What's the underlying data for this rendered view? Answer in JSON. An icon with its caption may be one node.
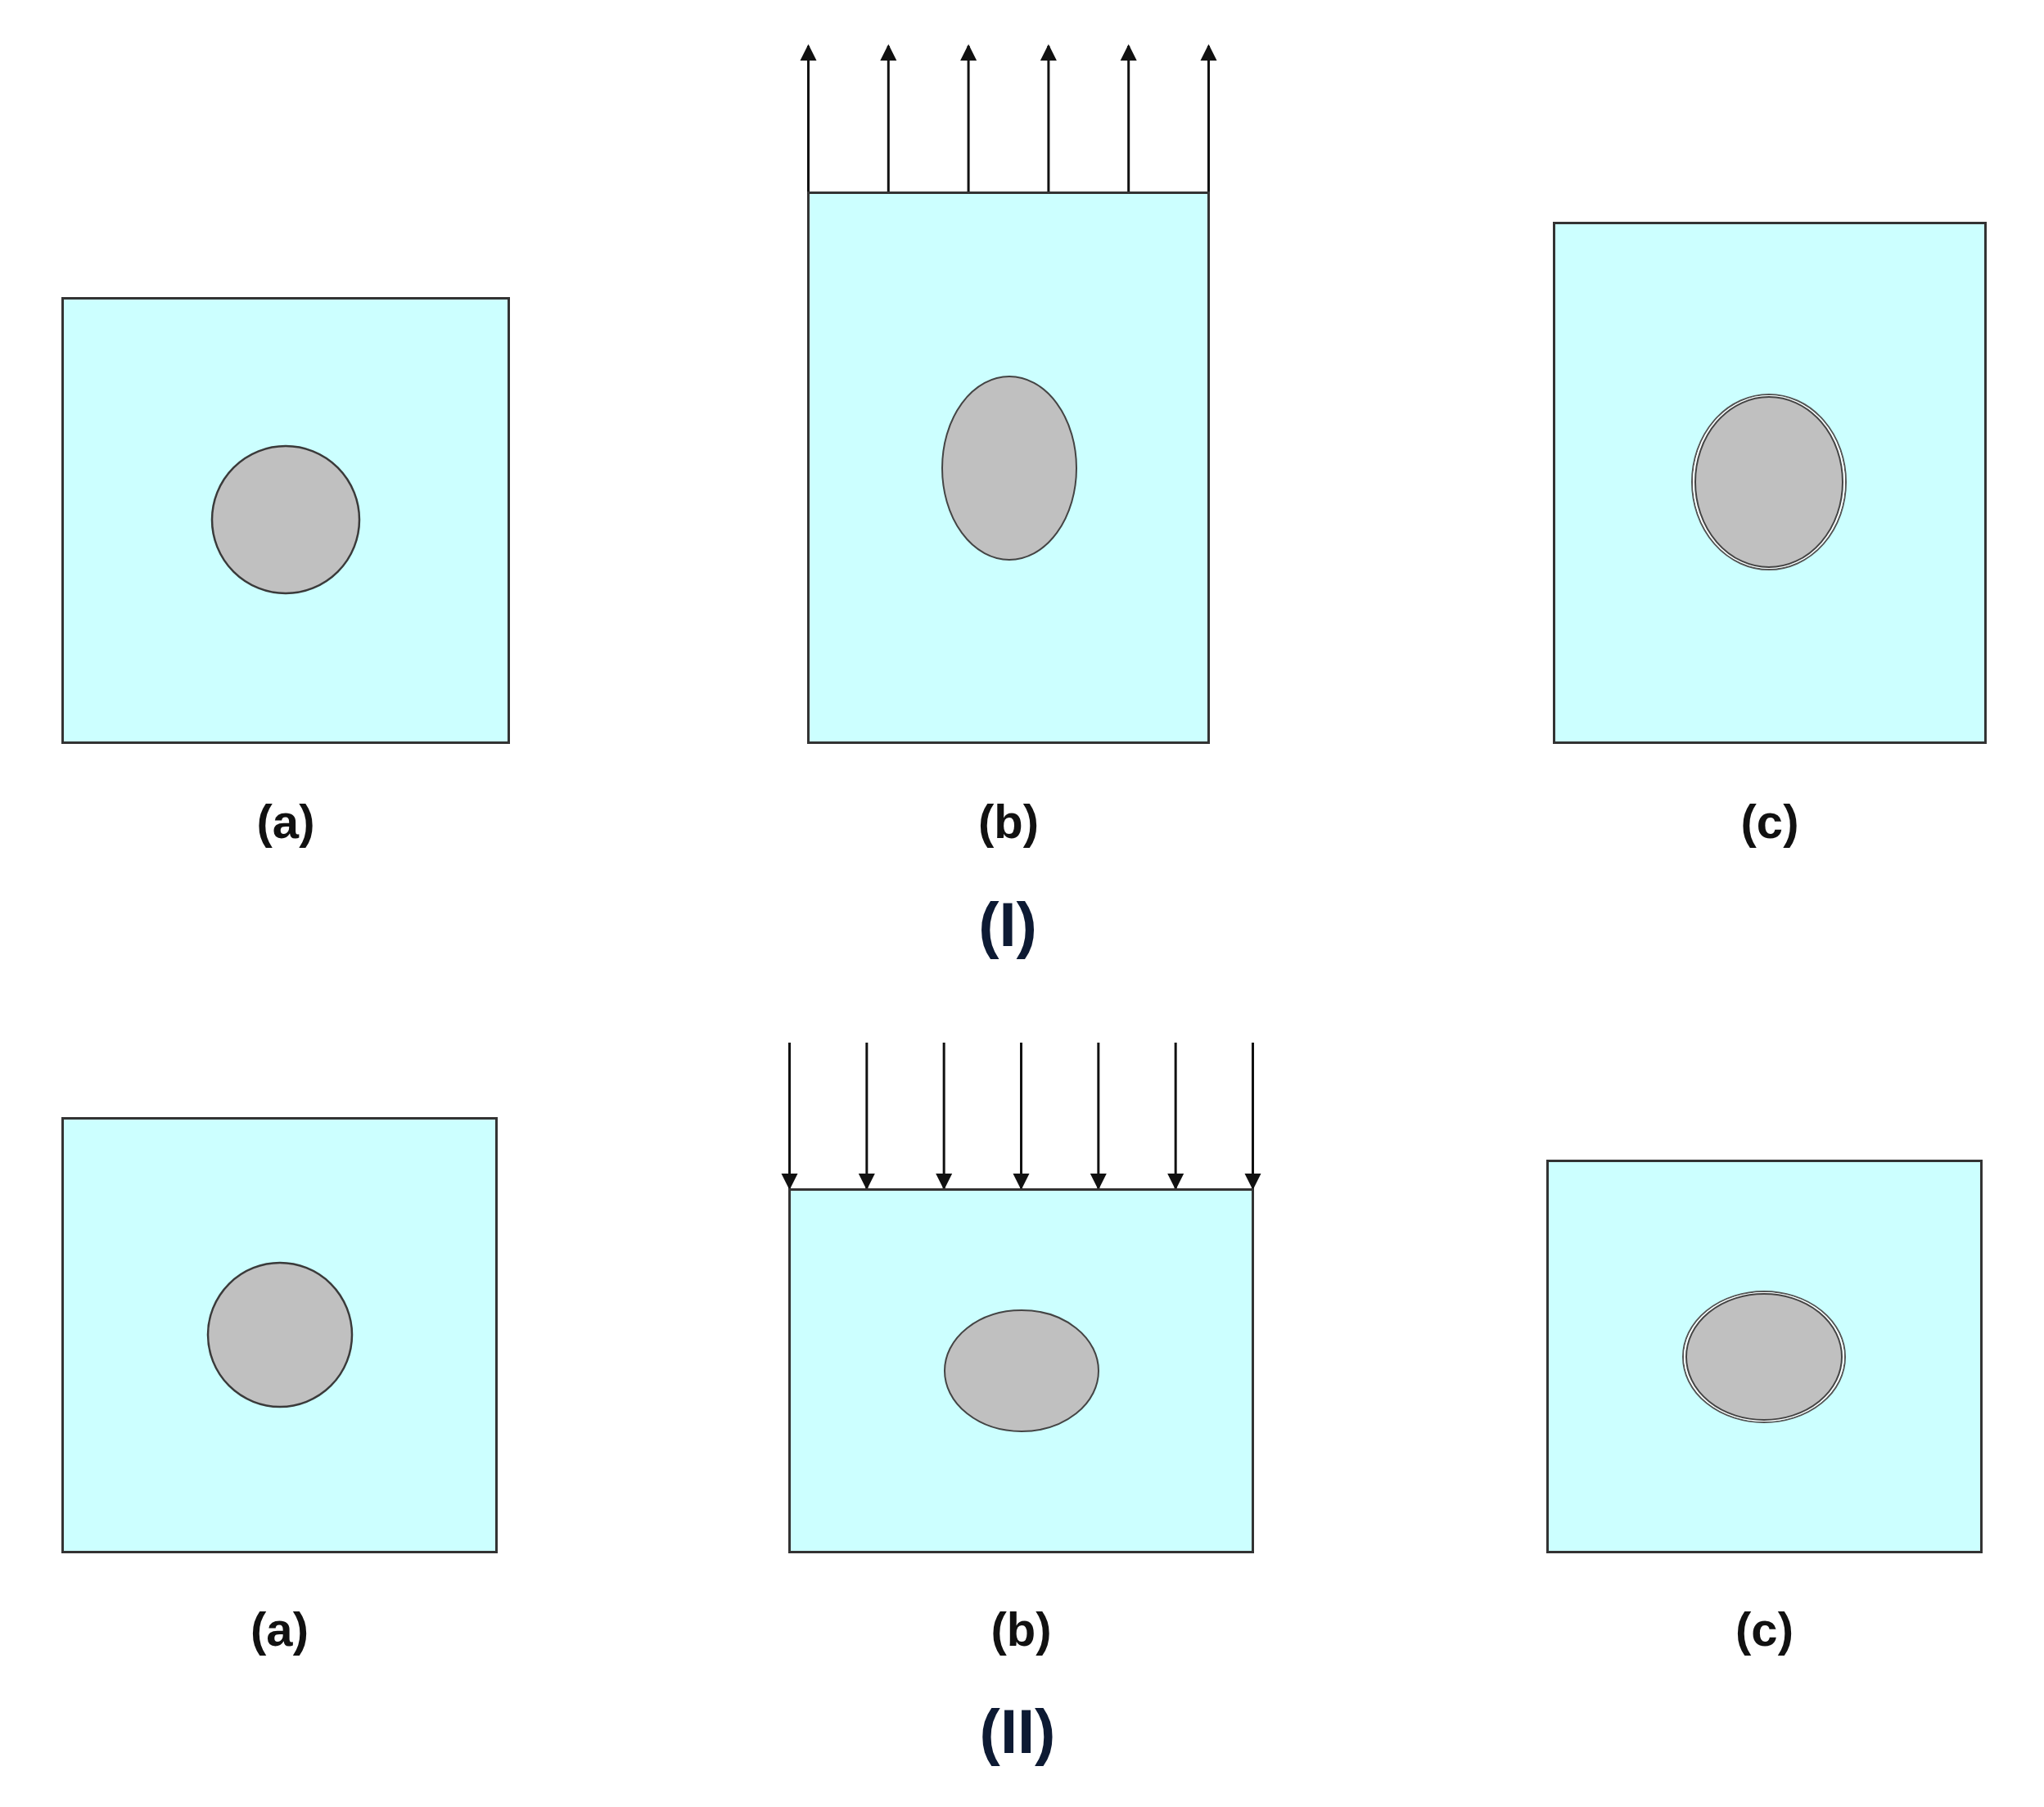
{
  "diagram": {
    "nodes": [
      {
        "text": [
          "(a)"
        ]
      },
      {
        "text": [],
        "shape": "circle",
        "in": 0
      },
      {
        "text": [
          "(b)"
        ]
      },
      {
        "text": [],
        "shape": "ellipse",
        "in": 2
      },
      {
        "text": [
          "(c)"
        ]
      },
      {
        "text": [],
        "shape": "ellipse",
        "in": 4
      },
      {
        "text": [
          "(a)"
        ]
      },
      {
        "text": [],
        "shape": "circle",
        "in": 6
      },
      {
        "text": [
          "(b)"
        ]
      },
      {
        "text": [],
        "shape": "ellipse",
        "in": 8
      },
      {
        "text": [
          "(c)"
        ]
      },
      {
        "text": [],
        "shape": "ellipse",
        "in": 10
      }
    ],
    "labels": [
      "(I)",
      "(II)"
    ]
  }
}
